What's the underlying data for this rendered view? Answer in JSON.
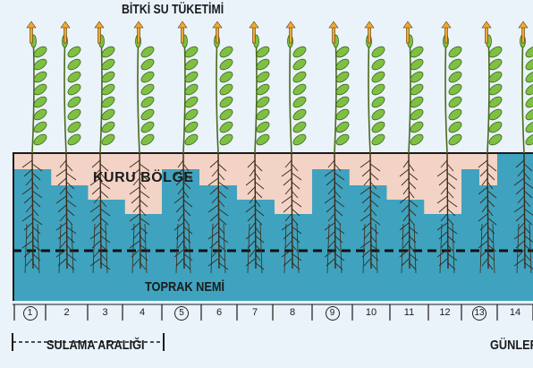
{
  "labels": {
    "title": "BİTKİ SU TÜKETİMİ",
    "dry_zone": "KURU BÖLGE",
    "soil_moisture": "TOPRAK NEMİ",
    "irrigation_interval": "SULAMA ARALIĞI",
    "days": "GÜNLER"
  },
  "days": [
    {
      "n": "1",
      "irrigation": true
    },
    {
      "n": "2",
      "irrigation": false
    },
    {
      "n": "3",
      "irrigation": false
    },
    {
      "n": "4",
      "irrigation": false
    },
    {
      "n": "5",
      "irrigation": true
    },
    {
      "n": "6",
      "irrigation": false
    },
    {
      "n": "7",
      "irrigation": false
    },
    {
      "n": "8",
      "irrigation": false
    },
    {
      "n": "9",
      "irrigation": true
    },
    {
      "n": "10",
      "irrigation": false
    },
    {
      "n": "11",
      "irrigation": false
    },
    {
      "n": "12",
      "irrigation": false
    },
    {
      "n": "13",
      "irrigation": true
    },
    {
      "n": "14",
      "irrigation": false
    }
  ],
  "colors": {
    "background": "#eaf2fa",
    "soil_moisture": "#3fa3bf",
    "dry_zone": "#f3d3c5",
    "leaf": "#7fc043",
    "arrow": "#f0a830",
    "root": "#3a2a1a"
  }
}
